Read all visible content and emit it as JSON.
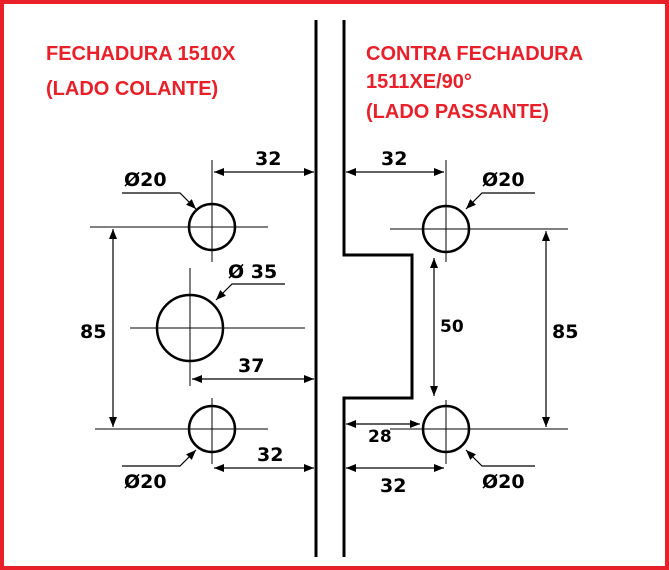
{
  "colors": {
    "title": "#e8202a",
    "border": "#e8202a",
    "ink": "#000000"
  },
  "left": {
    "title_line1": "FECHADURA  1510X",
    "title_line2": "(LADO COLANTE)",
    "dim_top_offset": "32",
    "dim_top_diameter": "Ø20",
    "dim_mid_diameter": "Ø 35",
    "dim_mid_offset": "37",
    "dim_vertical": "85",
    "dim_bottom_offset": "32",
    "dim_bottom_diameter": "Ø20"
  },
  "right": {
    "title_line1": "CONTRA FECHADURA",
    "title_line2": "1511XE/90°",
    "title_line3": "(LADO PASSANTE)",
    "dim_top_offset": "32",
    "dim_top_diameter": "Ø20",
    "dim_step_height": "50",
    "dim_vertical": "85",
    "dim_inner_offset": "28",
    "dim_bottom_offset": "32",
    "dim_bottom_diameter": "Ø20"
  }
}
